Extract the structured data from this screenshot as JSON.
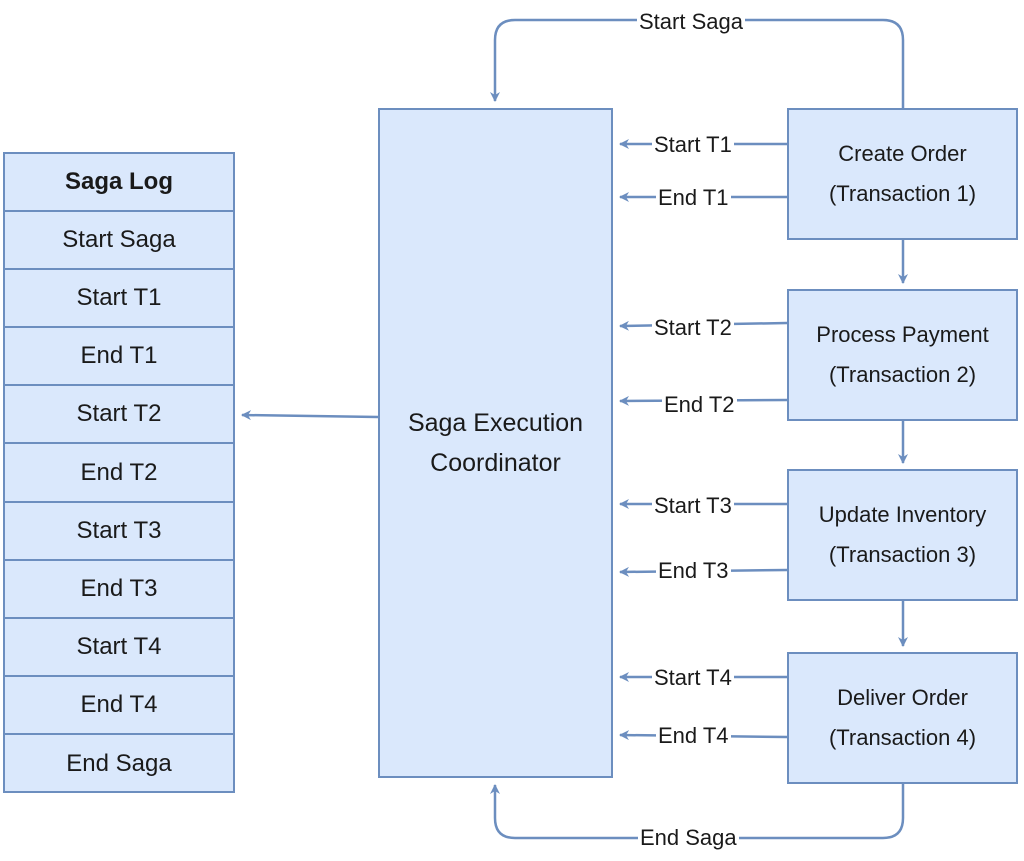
{
  "saga_log": {
    "title": "Saga Log",
    "entries": [
      "Start Saga",
      "Start T1",
      "End T1",
      "Start T2",
      "End T2",
      "Start T3",
      "End T3",
      "Start T4",
      "End T4",
      "End Saga"
    ]
  },
  "coordinator": {
    "line1": "Saga Execution",
    "line2": "Coordinator"
  },
  "transactions": [
    {
      "name": "Create Order",
      "sub": "(Transaction 1)",
      "start_label": "Start T1",
      "end_label": "End T1"
    },
    {
      "name": "Process Payment",
      "sub": "(Transaction 2)",
      "start_label": "Start T2",
      "end_label": "End T2"
    },
    {
      "name": "Update Inventory",
      "sub": "(Transaction 3)",
      "start_label": "Start T3",
      "end_label": "End T3"
    },
    {
      "name": "Deliver Order",
      "sub": "(Transaction 4)",
      "start_label": "Start T4",
      "end_label": "End T4"
    }
  ],
  "edges": {
    "start_saga": "Start Saga",
    "end_saga": "End Saga"
  },
  "colors": {
    "box_fill": "#dae8fc",
    "box_stroke": "#6c8ebf",
    "arrow": "#6c8ebf"
  }
}
